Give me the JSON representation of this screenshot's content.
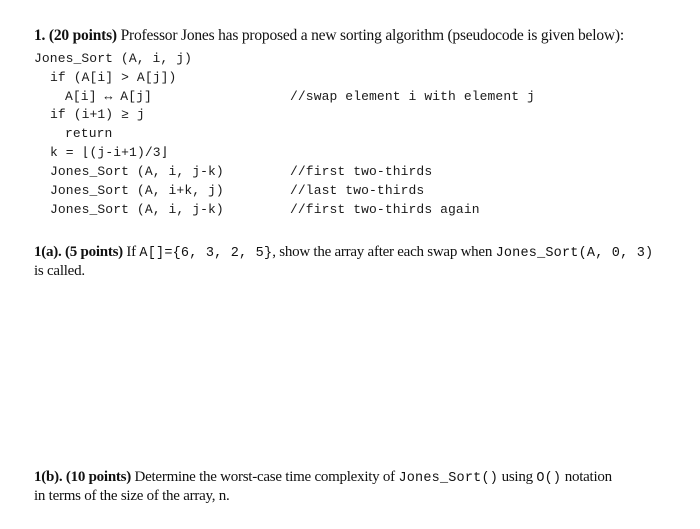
{
  "question": {
    "number_label": "1. (20 points)",
    "intro": " Professor Jones has proposed a new sorting algorithm (pseudocode is given below):"
  },
  "pseudocode": {
    "lines": [
      {
        "code": "Jones_Sort (A, i, j)",
        "indent": 0,
        "comment": ""
      },
      {
        "code": "if (A[i] > A[j])",
        "indent": 1,
        "comment": ""
      },
      {
        "code": "A[i] ↔ A[j]",
        "indent": 2,
        "comment": "//swap element i with element j"
      },
      {
        "code": "if (i+1) ≥ j",
        "indent": 1,
        "comment": ""
      },
      {
        "code": "return",
        "indent": 2,
        "comment": ""
      },
      {
        "code": "k = ⌊(j-i+1)/3⌋",
        "indent": 1,
        "comment": ""
      },
      {
        "code": "Jones_Sort (A, i, j-k)",
        "indent": 1,
        "comment": "//first two-thirds"
      },
      {
        "code": "Jones_Sort (A, i+k, j)",
        "indent": 1,
        "comment": "//last two-thirds"
      },
      {
        "code": "Jones_Sort (A, i, j-k)",
        "indent": 1,
        "comment": "//first two-thirds again"
      }
    ]
  },
  "part_a": {
    "label": "1(a). (5 points)",
    "text1": " If ",
    "array_code": "A[]={6, 3, 2, 5}",
    "text2": ", show the array after each swap when ",
    "call_code": "Jones_Sort(A, 0, 3)",
    "text3": "is called."
  },
  "part_b": {
    "label": "1(b). (10 points)",
    "text1": " Determine the worst-case time complexity of ",
    "func_code": "Jones_Sort()",
    "text2": " using ",
    "notation_code": "O()",
    "text3": " notation",
    "text4": "in terms of the size of the array, n."
  }
}
